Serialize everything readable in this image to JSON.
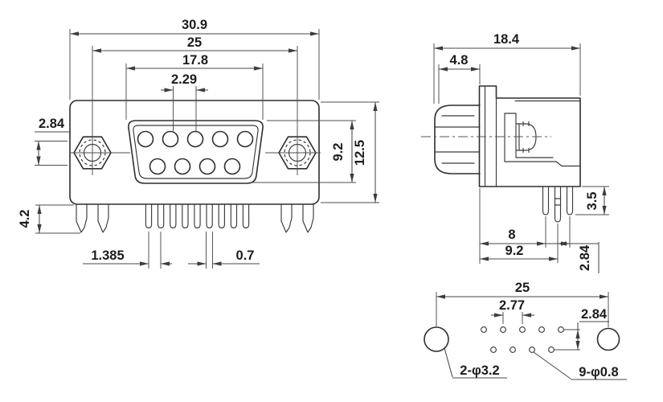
{
  "views": {
    "front": {
      "overall_width": "30.9",
      "mount_hole_spacing": "25",
      "insert_width": "17.8",
      "center_hole_pitch": "2.29",
      "row_offset": "2.84",
      "insert_height": "9.2",
      "body_height": "12.5",
      "boardlock_length": "4.2",
      "pin_stagger": "1.385",
      "pin_width": "0.7"
    },
    "side": {
      "overall_depth": "18.4",
      "screw_length": "4.8",
      "pin_length": "3.5",
      "face_to_row1": "8",
      "face_to_row2": "9.2",
      "row_spacing": "2.84"
    },
    "footprint": {
      "mount_hole_spacing": "25",
      "pin_pitch": "2.77",
      "row_spacing": "2.84",
      "mount_hole_callout": "2-φ3.2",
      "pin_hole_callout": "9-φ0.8"
    }
  }
}
